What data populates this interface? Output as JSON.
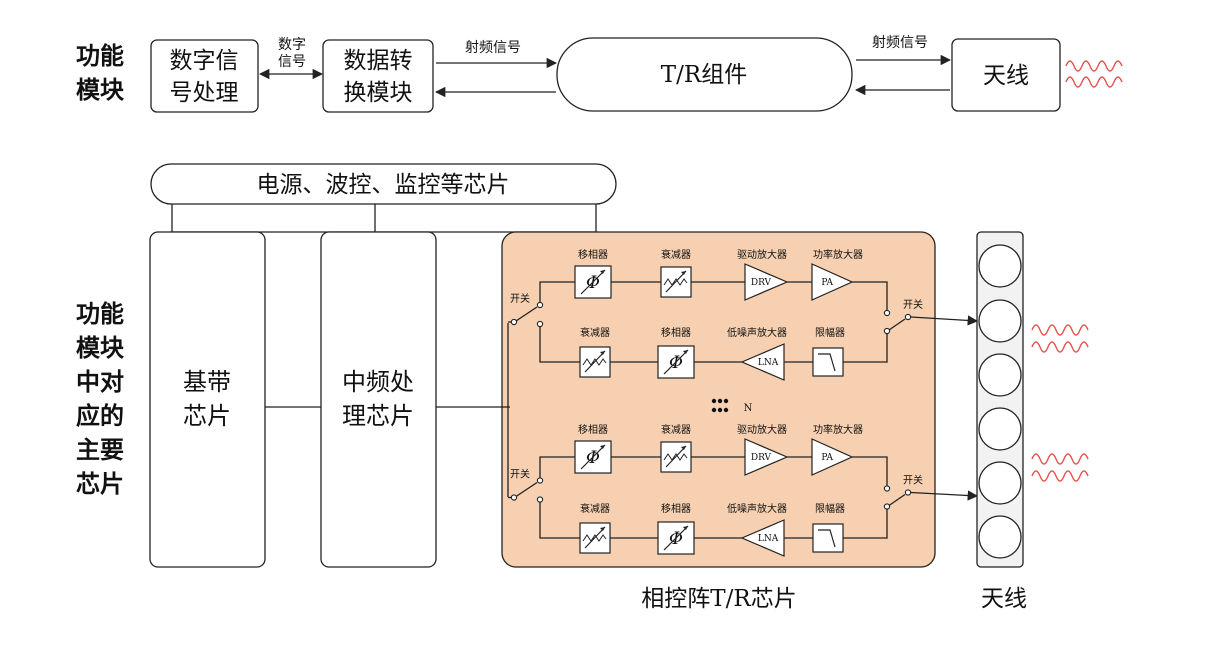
{
  "top": {
    "section_label": [
      "功能",
      "模块"
    ],
    "dsp": [
      "数字信",
      "号处理"
    ],
    "digital_signal_label": [
      "数字",
      "信号"
    ],
    "converter": [
      "数据转",
      "换模块"
    ],
    "rf_signal_1": "射频信号",
    "tr_module": "T/R组件",
    "rf_signal_2": "射频信号",
    "antenna": "天线"
  },
  "bottom": {
    "section_label": [
      "功能",
      "模块",
      "中对",
      "应的",
      "主要",
      "芯片"
    ],
    "power_bar": "电源、波控、监控等芯片",
    "baseband": [
      "基带",
      "芯片"
    ],
    "if_chip": [
      "中频处",
      "理芯片"
    ],
    "tr_chip_caption": "相控阵T/R芯片",
    "antenna_caption": "天线",
    "n_label": "N",
    "switch_label": "开关",
    "tx_chain": [
      {
        "label": "移相器",
        "symbol": "Φ"
      },
      {
        "label": "衰减器",
        "symbol": ""
      },
      {
        "label": "驱动放大器",
        "symbol": "DRV"
      },
      {
        "label": "功率放大器",
        "symbol": "PA"
      }
    ],
    "rx_chain": [
      {
        "label": "衰减器",
        "symbol": ""
      },
      {
        "label": "移相器",
        "symbol": "Φ"
      },
      {
        "label": "低噪声放大器",
        "symbol": "LNA"
      },
      {
        "label": "限幅器",
        "symbol": ""
      }
    ],
    "tr_fill": "#f6d0b0"
  }
}
